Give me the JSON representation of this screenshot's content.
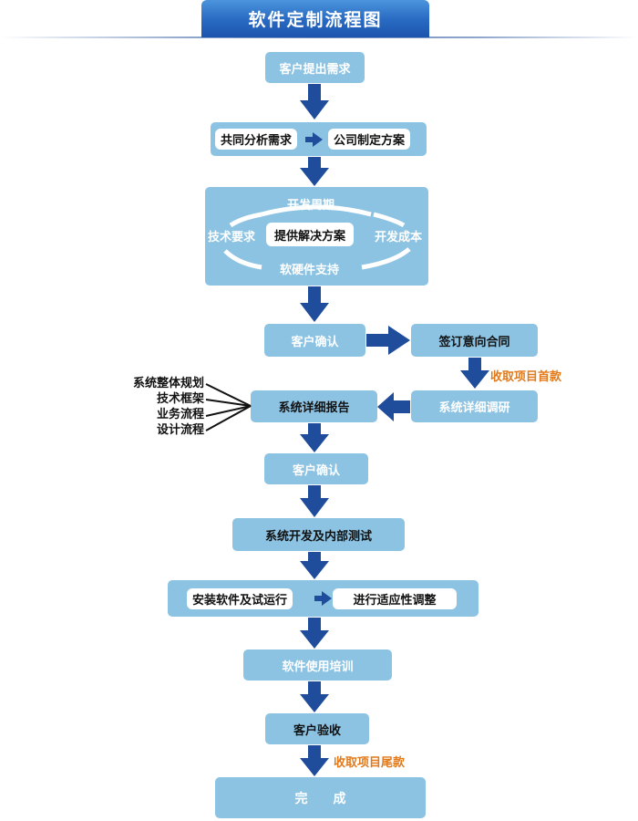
{
  "title": "软件定制流程图",
  "colors": {
    "box_fill": "#8cc3e3",
    "arrow": "#1f4d9c",
    "title_bg": "#2a6cc4",
    "note_orange": "#e07a1c"
  },
  "steps": {
    "client_request": "客户提出需求",
    "joint_analysis": "共同分析需求",
    "company_plan": "公司制定方案",
    "solution": {
      "center": "提供解决方案",
      "top": "开发周期",
      "left": "技术要求",
      "right": "开发成本",
      "bottom": "软硬件支持"
    },
    "client_confirm_1": "客户确认",
    "sign_contract": "签订意向合同",
    "first_payment_note": "收取项目首款",
    "detailed_research": "系统详细调研",
    "detailed_report": "系统详细报告",
    "report_items": [
      "系统整体规划",
      "技术框架",
      "业务流程",
      "设计流程"
    ],
    "client_confirm_2": "客户确认",
    "dev_and_test": "系统开发及内部测试",
    "install_trial": "安装软件及试运行",
    "adaptive_adjust": "进行适应性调整",
    "training": "软件使用培训",
    "acceptance": "客户验收",
    "final_payment_note": "收取项目尾款",
    "complete": "完　　成"
  }
}
